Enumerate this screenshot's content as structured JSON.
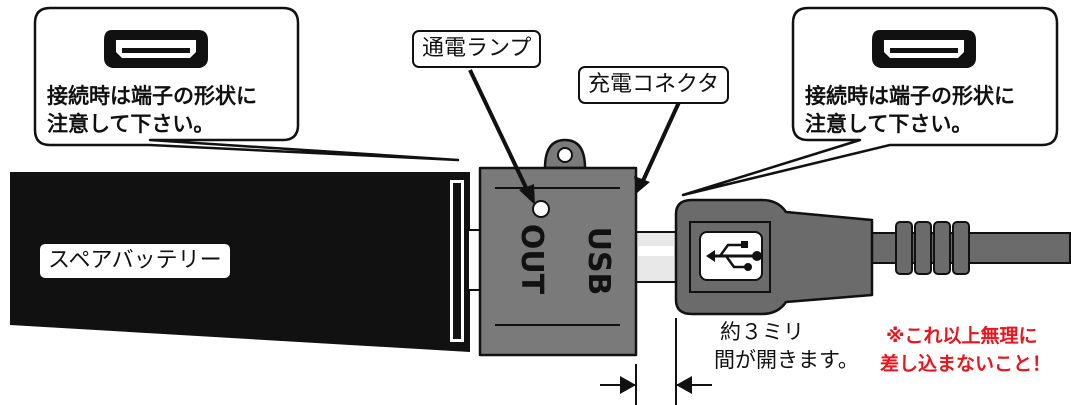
{
  "callout_left": {
    "line1": "接続時は端子の形状に",
    "line2": "注意して下さい。"
  },
  "callout_right": {
    "line1": "接続時は端子の形状に",
    "line2": "注意して下さい。"
  },
  "labels": {
    "lamp": "通電ランプ",
    "connector": "充電コネクタ",
    "battery": "スペアバッテリー",
    "port_out": "OUT",
    "port_usb": "USB"
  },
  "gap_note": {
    "line1": "約３ミリ",
    "line2": "間が開きます。"
  },
  "warning": {
    "line1": "※これ以上無理に",
    "line2": "差し込まないこと！",
    "color": "#e8141e"
  },
  "icons": [
    "usb-mini-port-icon",
    "usb-trident-icon"
  ]
}
